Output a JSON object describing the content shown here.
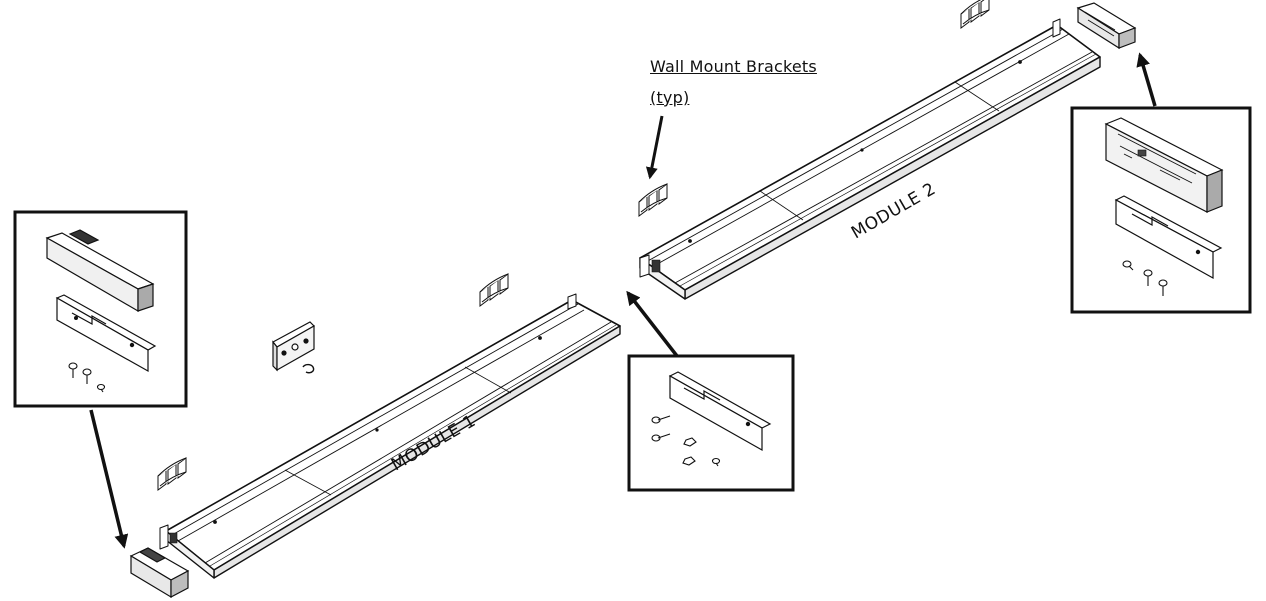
{
  "callout": {
    "line1": "Wall Mount Brackets",
    "line2": "(typ)"
  },
  "modules": {
    "module1": "MODULE 1",
    "module2": "MODULE 2"
  },
  "colors": {
    "ink": "#111111",
    "paper": "#ffffff",
    "shade": "#d8d8d8",
    "dark": "#555555"
  }
}
